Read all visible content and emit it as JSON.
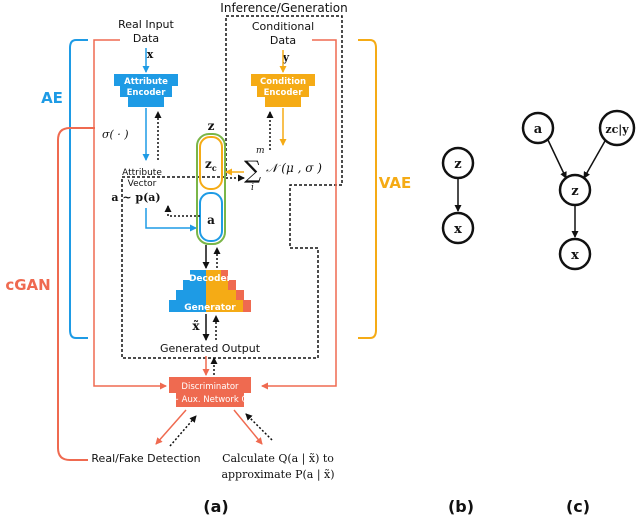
{
  "panel_a": {
    "inference_label": "Inference/Generation",
    "real_input_line1": "Real Input",
    "real_input_line2": "Data",
    "x_var": "x",
    "conditional_line1": "Conditional",
    "conditional_line2": "Data",
    "y_var": "y",
    "attr_encoder_line1": "Attribute",
    "attr_encoder_line2": "Encoder",
    "cond_encoder_line1": "Condition",
    "cond_encoder_line2": "Encoder",
    "sigma": "σ( · )",
    "attr_vector_line1": "Attribute",
    "attr_vector_line2": "Vector",
    "attr_prior": "a ~ p(a)",
    "z_label": "z",
    "zc_label": "z",
    "zc_sub": "c",
    "a_label": "a",
    "sum_top": "m",
    "sum_symbol": "∑",
    "sum_bottom": "i",
    "normal_dist": "𝒩 (μ  , σ  )",
    "decoder": "Decoder",
    "generator": "Generator",
    "xhat": "x̃",
    "generated_output": "Generated Output",
    "ae_label": "AE",
    "vae_label": "VAE",
    "cgan_label": "cGAN",
    "disc_line1": "Discriminator",
    "disc_line2": "+ Aux. Network Q",
    "real_fake": "Real/Fake Detection",
    "calc_line1": "Calculate Q(a | x̃) to",
    "calc_line2": "approximate P(a | x̃)"
  },
  "panel_b": {
    "node_z": "z",
    "node_x": "x"
  },
  "panel_c": {
    "node_a": "a",
    "node_zc": "zc|y",
    "node_z": "z",
    "node_x": "x"
  },
  "captions": {
    "a": "(a)",
    "b": "(b)",
    "c": "(c)"
  },
  "colors": {
    "blue": "#1e9be5",
    "orange": "#f5ab15",
    "red": "#ef6a50",
    "green": "#7ab648",
    "black": "#111111"
  }
}
